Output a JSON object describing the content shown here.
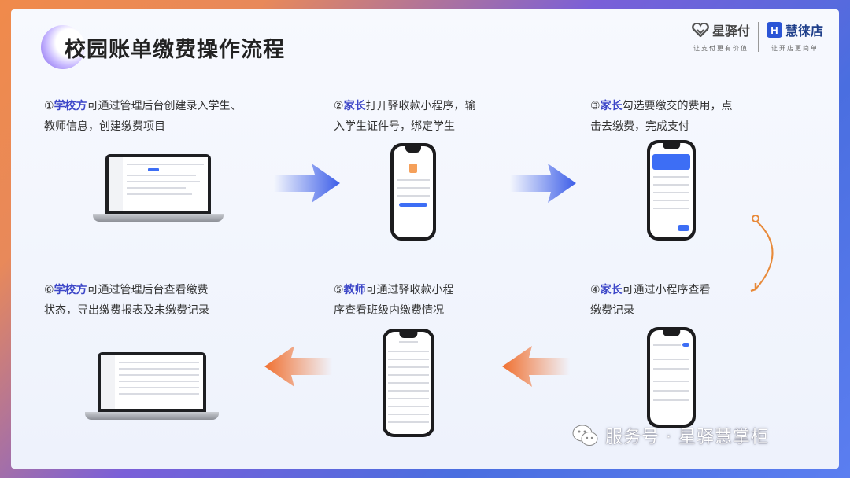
{
  "title": "校园账单缴费操作流程",
  "logos": {
    "brand1": {
      "name": "星驿付",
      "slogan": "让支付更有价值"
    },
    "brand2": {
      "name": "慧徕店",
      "slogan": "让开店更简单",
      "icon_letter": "H"
    }
  },
  "steps": [
    {
      "num": "①",
      "highlight": "学校方",
      "line1": "可通过管理后台创建录入学生、",
      "line2": "教师信息，创建缴费项目"
    },
    {
      "num": "②",
      "highlight": "家长",
      "line1": "打开驿收款小程序，输",
      "line2": "入学生证件号，绑定学生"
    },
    {
      "num": "③",
      "highlight": "家长",
      "line1": "勾选要缴交的费用，点",
      "line2": "击去缴费，完成支付"
    },
    {
      "num": "④",
      "highlight": "家长",
      "line1": "可通过小程序查看",
      "line2": "缴费记录"
    },
    {
      "num": "⑤",
      "highlight": "教师",
      "line1": "可通过驿收款小程",
      "line2": "序查看班级内缴费情况"
    },
    {
      "num": "⑥",
      "highlight": "学校方",
      "line1": "可通过管理后台查看缴费",
      "line2": "状态，导出缴费报表及未缴费记录"
    }
  ],
  "watermark": {
    "text": "服务号 · 星驿慧掌柜",
    "icon": "wechat-icon"
  },
  "colors": {
    "highlight": "#3d47c8",
    "arrow_blue": "#3d5ee8",
    "arrow_orange": "#f07030",
    "curve": "#e88a3a"
  }
}
